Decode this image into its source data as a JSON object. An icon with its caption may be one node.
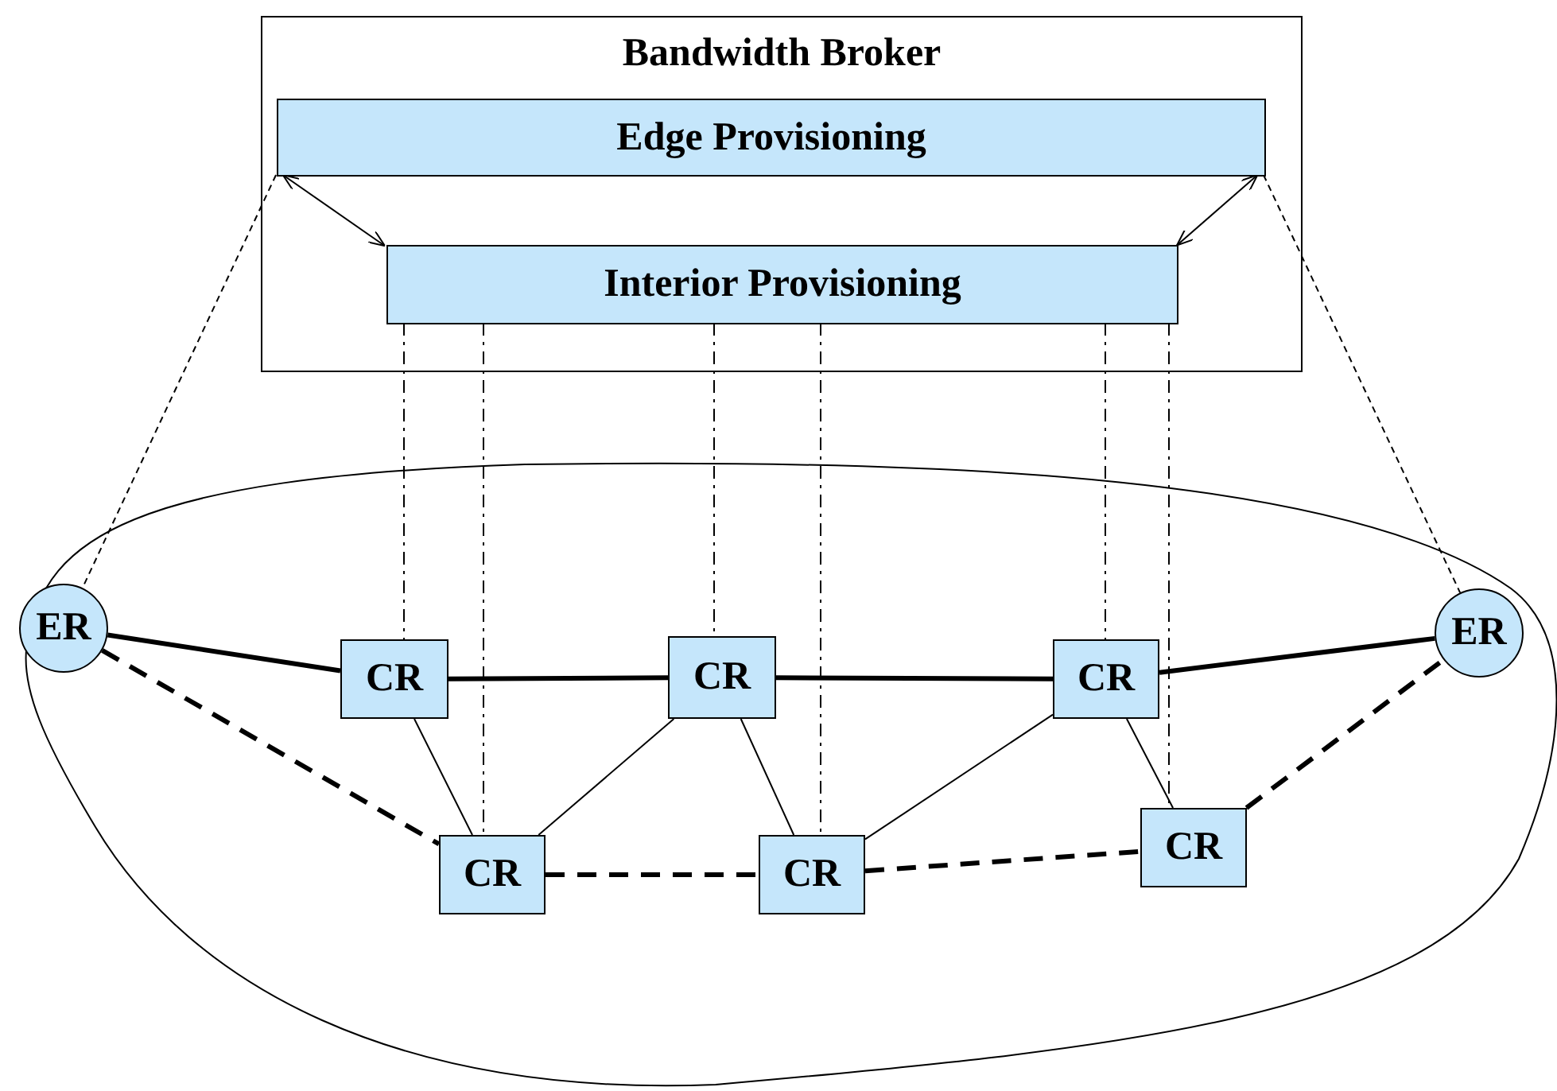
{
  "diagram": {
    "nodes": [
      {
        "text": [
          "Bandwidth Broker"
        ]
      },
      {
        "text": [
          "Edge Provisioning"
        ],
        "in": 0
      },
      {
        "text": [
          "Interior Provisioning"
        ],
        "in": 0
      },
      {
        "text": [
          "ER"
        ]
      },
      {
        "text": [
          "CR"
        ]
      },
      {
        "text": [
          "CR"
        ]
      },
      {
        "text": [
          "CR"
        ]
      },
      {
        "text": [
          "ER"
        ]
      },
      {
        "text": [
          "CR"
        ]
      },
      {
        "text": [
          "CR"
        ]
      },
      {
        "text": [
          "CR"
        ]
      }
    ],
    "edges": [
      {
        "from": 1,
        "to": 2,
        "arrow": "both"
      },
      {
        "from": 1,
        "to": 2,
        "arrow": "both"
      },
      {
        "from": 1,
        "to": 3,
        "arrow": "none",
        "style": "dashed"
      },
      {
        "from": 1,
        "to": 7,
        "arrow": "none",
        "style": "dashed"
      },
      {
        "from": 2,
        "to": 4,
        "arrow": "none",
        "style": "dashed"
      },
      {
        "from": 2,
        "to": 8,
        "arrow": "none",
        "style": "dashed"
      },
      {
        "from": 2,
        "to": 5,
        "arrow": "none",
        "style": "dashed"
      },
      {
        "from": 2,
        "to": 9,
        "arrow": "none",
        "style": "dashed"
      },
      {
        "from": 2,
        "to": 6,
        "arrow": "none",
        "style": "dashed"
      },
      {
        "from": 2,
        "to": 10,
        "arrow": "none",
        "style": "dashed"
      },
      {
        "from": 3,
        "to": 4,
        "arrow": "none",
        "style": "thick"
      },
      {
        "from": 4,
        "to": 5,
        "arrow": "none",
        "style": "thick"
      },
      {
        "from": 5,
        "to": 6,
        "arrow": "none",
        "style": "thick"
      },
      {
        "from": 6,
        "to": 7,
        "arrow": "none",
        "style": "thick"
      },
      {
        "from": 3,
        "to": 8,
        "arrow": "none",
        "style": "dashed"
      },
      {
        "from": 8,
        "to": 9,
        "arrow": "none",
        "style": "dashed"
      },
      {
        "from": 9,
        "to": 10,
        "arrow": "none",
        "style": "dashed"
      },
      {
        "from": 10,
        "to": 7,
        "arrow": "none",
        "style": "dashed"
      },
      {
        "from": 4,
        "to": 8,
        "arrow": "none"
      },
      {
        "from": 5,
        "to": 8,
        "arrow": "none"
      },
      {
        "from": 5,
        "to": 9,
        "arrow": "none"
      },
      {
        "from": 6,
        "to": 9,
        "arrow": "none"
      },
      {
        "from": 6,
        "to": 10,
        "arrow": "none"
      }
    ]
  }
}
